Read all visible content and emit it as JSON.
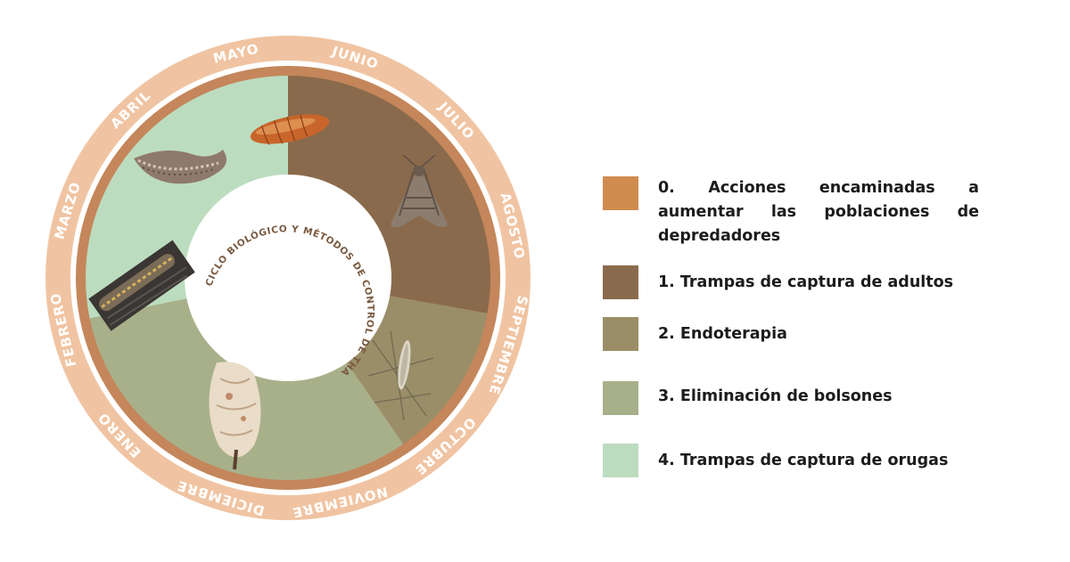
{
  "colors": {
    "outer_ring": "#f0c4a2",
    "brown_ring": "#c4865a",
    "accent": "#d08c4f",
    "segment_1": "#8a6a4c",
    "segment_2": "#9a8e68",
    "segment_3": "#a8b08a",
    "segment_4": "#bcdcbf",
    "month_text": "#ffffff",
    "title_text": "#7a5a40"
  },
  "diagram": {
    "center_title": "CICLO BIOLÓGICO Y MÉTODOS DE CONTROL DE THAUMETOPOEA PITYOCAMPA",
    "months": [
      "ENERO",
      "FEBRERO",
      "MARZO",
      "ABRIL",
      "MAYO",
      "JUNIO",
      "JULIO",
      "AGOSTO",
      "SEPTIEMBRE",
      "OCTUBRE",
      "NOVIEMBRE",
      "DICIEMBRE"
    ],
    "stage_icons": [
      "pupa-icon",
      "adult-moth-icon",
      "egg-cluster-icon",
      "nest-bag-icon",
      "caterpillar-procession-icon",
      "caterpillar-on-bark-icon"
    ]
  },
  "legend": [
    {
      "label": "0. Acciones encaminadas a aumentar las poblaciones de depredadores",
      "color": "#d08c4f"
    },
    {
      "label": "1. Trampas de captura de adultos",
      "color": "#8a6a4c"
    },
    {
      "label": "2. Endoterapia",
      "color": "#9a8e68"
    },
    {
      "label": "3. Eliminación de bolsones",
      "color": "#a8b08a"
    },
    {
      "label": "4. Trampas de captura de orugas",
      "color": "#bcdcbf"
    }
  ]
}
